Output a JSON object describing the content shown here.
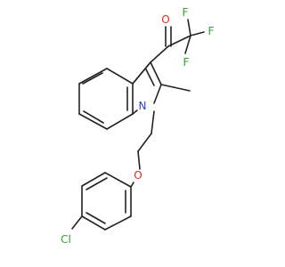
{
  "colors": {
    "carbon_bond": "#222222",
    "oxygen": "#e8291c",
    "nitrogen": "#2a3fd6",
    "fluorine": "#2fa52f",
    "chlorine": "#2fa52f"
  },
  "atoms": {
    "carbonyl_oxygen": "O",
    "ether_oxygen": "O",
    "nitrogen": "N",
    "fluorine_1": "F",
    "fluorine_2": "F",
    "fluorine_3": "F",
    "chlorine": "Cl"
  }
}
